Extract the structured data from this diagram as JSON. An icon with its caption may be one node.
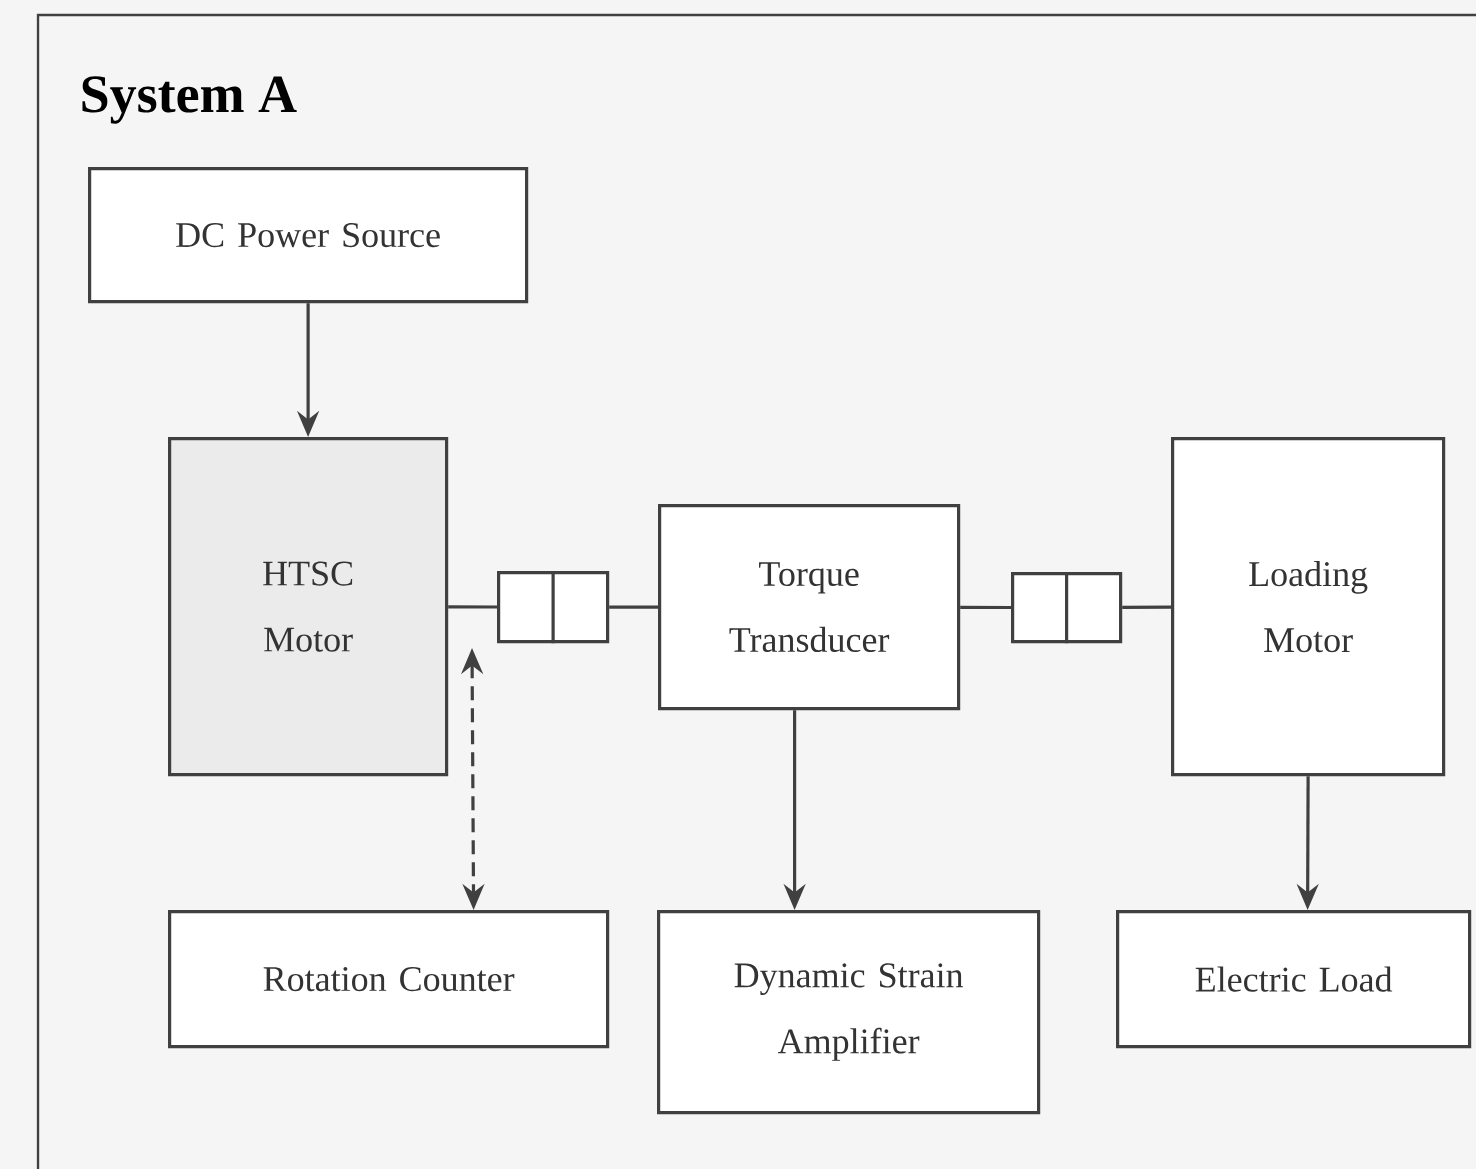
{
  "diagram": {
    "title": "System A",
    "nodes": [
      {
        "text": [
          "DC Power Source"
        ]
      },
      {
        "text": [
          "HTSC Motor"
        ]
      },
      {
        "text": [],
        "shape": "box"
      },
      {
        "text": [
          "Torque Transducer"
        ]
      },
      {
        "text": [],
        "shape": "box"
      },
      {
        "text": [
          "Loading Motor"
        ]
      },
      {
        "text": [
          "Rotation Counter"
        ]
      },
      {
        "text": [
          "Dynamic Strain Amplifier"
        ]
      },
      {
        "text": [
          "Electric Load"
        ]
      }
    ],
    "edges": [
      {
        "from": 0,
        "to": 1,
        "arrow": "to"
      },
      {
        "from": 1,
        "to": 2,
        "arrow": "none"
      },
      {
        "from": 2,
        "to": 3,
        "arrow": "none"
      },
      {
        "from": 3,
        "to": 4,
        "arrow": "none"
      },
      {
        "from": 4,
        "to": 5,
        "arrow": "none"
      },
      {
        "from": 3,
        "to": 7,
        "arrow": "to"
      },
      {
        "from": 5,
        "to": 8,
        "arrow": "to"
      },
      {
        "from": null,
        "to": 6,
        "arrow": "both",
        "style": "dashed"
      }
    ]
  }
}
